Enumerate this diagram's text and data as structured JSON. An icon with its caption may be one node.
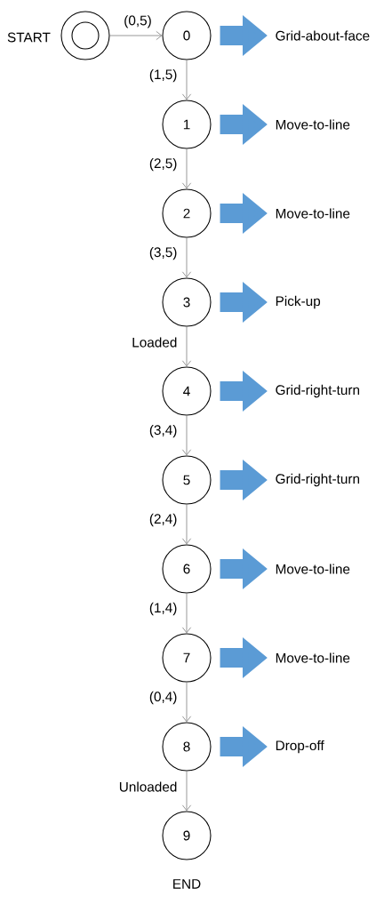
{
  "diagram": {
    "nodes": [
      {
        "text": [],
        "shape": "circle",
        "beside": [
          "START"
        ]
      },
      {
        "text": [
          "0"
        ]
      },
      {
        "text": [
          "Grid-about-face"
        ]
      },
      {
        "text": [
          "1"
        ]
      },
      {
        "text": [
          "Move-to-line"
        ]
      },
      {
        "text": [
          "2"
        ]
      },
      {
        "text": [
          "Move-to-line"
        ]
      },
      {
        "text": [
          "3"
        ]
      },
      {
        "text": [
          "Pick-up"
        ]
      },
      {
        "text": [
          "4"
        ]
      },
      {
        "text": [
          "Grid-right-turn"
        ]
      },
      {
        "text": [
          "5"
        ]
      },
      {
        "text": [
          "Grid-right-turn"
        ]
      },
      {
        "text": [
          "6"
        ]
      },
      {
        "text": [
          "Move-to-line"
        ]
      },
      {
        "text": [
          "7"
        ]
      },
      {
        "text": [
          "Move-to-line"
        ]
      },
      {
        "text": [
          "8"
        ]
      },
      {
        "text": [
          "Drop-off"
        ]
      },
      {
        "text": [
          "9"
        ],
        "beside": [
          "END"
        ]
      }
    ],
    "edges": [
      {
        "from": 0,
        "to": 1,
        "arrow": "to",
        "label": "(0,5)"
      },
      {
        "from": 1,
        "to": 3,
        "arrow": "to",
        "label": "(1,5)"
      },
      {
        "from": 3,
        "to": 5,
        "arrow": "to",
        "label": "(2,5)"
      },
      {
        "from": 5,
        "to": 7,
        "arrow": "to",
        "label": "(3,5)"
      },
      {
        "from": 7,
        "to": 9,
        "arrow": "to",
        "label": "Loaded"
      },
      {
        "from": 9,
        "to": 11,
        "arrow": "to",
        "label": "(3,4)"
      },
      {
        "from": 11,
        "to": 13,
        "arrow": "to",
        "label": "(2,4)"
      },
      {
        "from": 13,
        "to": 15,
        "arrow": "to",
        "label": "(1,4)"
      },
      {
        "from": 15,
        "to": 17,
        "arrow": "to",
        "label": "(0,4)"
      },
      {
        "from": 17,
        "to": 19,
        "arrow": "to",
        "label": "Unloaded"
      },
      {
        "from": 1,
        "to": 2,
        "arrow": "to",
        "style": "thick",
        "color": "#5b9bd5"
      },
      {
        "from": 3,
        "to": 4,
        "arrow": "to",
        "style": "thick",
        "color": "#5b9bd5"
      },
      {
        "from": 5,
        "to": 6,
        "arrow": "to",
        "style": "thick",
        "color": "#5b9bd5"
      },
      {
        "from": 7,
        "to": 8,
        "arrow": "to",
        "style": "thick",
        "color": "#5b9bd5"
      },
      {
        "from": 9,
        "to": 10,
        "arrow": "to",
        "style": "thick",
        "color": "#5b9bd5"
      },
      {
        "from": 11,
        "to": 12,
        "arrow": "to",
        "style": "thick",
        "color": "#5b9bd5"
      },
      {
        "from": 13,
        "to": 14,
        "arrow": "to",
        "style": "thick",
        "color": "#5b9bd5"
      },
      {
        "from": 15,
        "to": 16,
        "arrow": "to",
        "style": "thick",
        "color": "#5b9bd5"
      },
      {
        "from": 17,
        "to": 18,
        "arrow": "to",
        "style": "thick",
        "color": "#5b9bd5"
      }
    ]
  }
}
